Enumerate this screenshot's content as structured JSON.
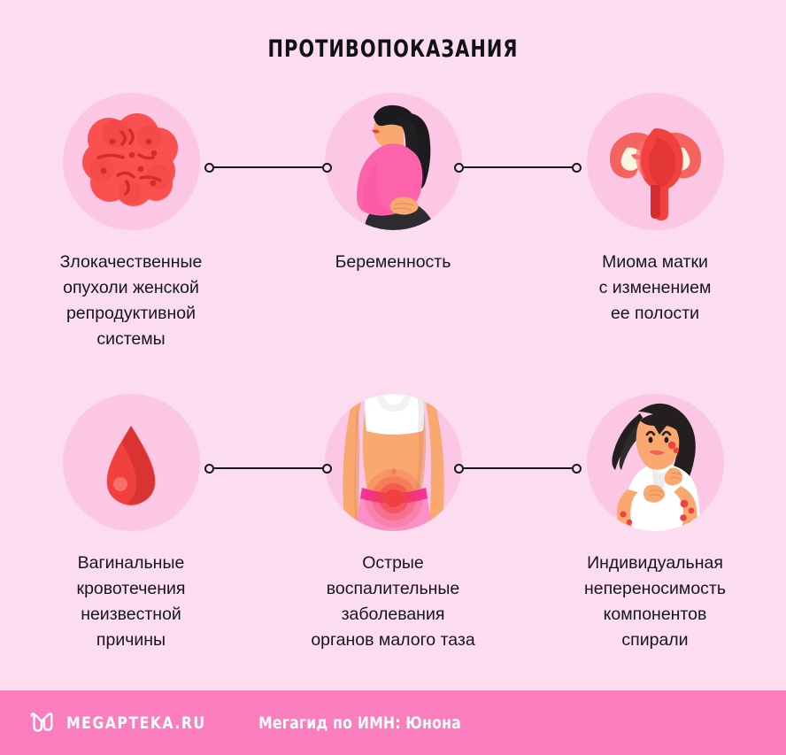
{
  "header": {
    "title": "ПРОТИВОПОКАЗАНИЯ"
  },
  "colors": {
    "background": "#fcdcef",
    "circle_fill": "#fbc7e4",
    "footer_bar": "#fa7ebd",
    "text": "#16161d",
    "connector": "#17171c",
    "accent_red": "#f0413e",
    "accent_pink": "#fc63ab",
    "skin": "#f9a870",
    "hair": "#231f20",
    "white": "#ffffff"
  },
  "items": [
    {
      "id": "malignant-tumors",
      "icon": "tumor-cells-icon",
      "lines": [
        "Злокачественные",
        "опухоли женской",
        "репродуктивной",
        "системы"
      ]
    },
    {
      "id": "pregnancy",
      "icon": "pregnant-woman-icon",
      "lines": [
        "Беременность"
      ]
    },
    {
      "id": "uterine-fibroid",
      "icon": "uterus-icon",
      "lines": [
        "Миома матки",
        "с изменением",
        "ее полости"
      ]
    },
    {
      "id": "vaginal-bleeding",
      "icon": "blood-drop-icon",
      "lines": [
        "Вагинальные",
        "кровотечения",
        "неизвестной",
        "причины"
      ]
    },
    {
      "id": "pelvic-inflammation",
      "icon": "abdominal-pain-icon",
      "lines": [
        "Острые",
        "воспалительные",
        "заболевания",
        "органов малого таза"
      ]
    },
    {
      "id": "component-intolerance",
      "icon": "allergy-rash-woman-icon",
      "lines": [
        "Индивидуальная",
        "непереносимость",
        "компонентов",
        "спирали"
      ]
    }
  ],
  "footer": {
    "logo_icon": "megapteka-m-logo",
    "brand": "MEGAPTEKA.RU",
    "tagline": "Мегагид по ИМН: Юнона"
  }
}
